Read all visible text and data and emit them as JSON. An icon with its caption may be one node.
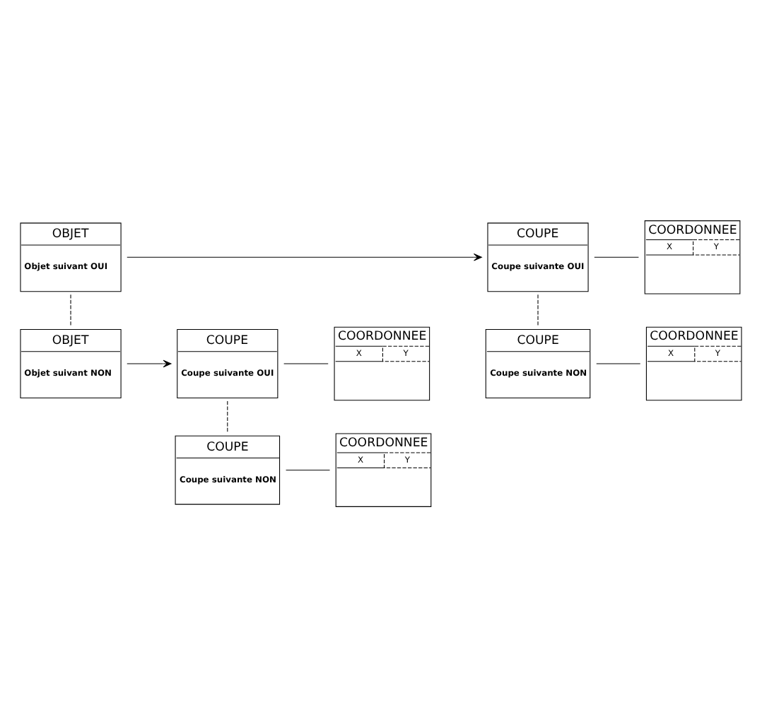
{
  "diagram": {
    "nodes": [
      {
        "text": [
          "OBJET",
          "Objet suivant OUI"
        ]
      },
      {
        "text": [
          "COUPE",
          "Coupe suivante OUI"
        ]
      },
      {
        "text": [
          "COORDONNEE",
          "X",
          "Y"
        ]
      },
      {
        "text": [
          "COUPE",
          "Coupe suivante NON"
        ]
      },
      {
        "text": [
          "COORDONNEE",
          "X",
          "Y"
        ]
      },
      {
        "text": [
          "OBJET",
          "Objet suivant NON"
        ]
      },
      {
        "text": [
          "COUPE",
          "Coupe suivante OUI"
        ]
      },
      {
        "text": [
          "COORDONNEE",
          "X",
          "Y"
        ]
      },
      {
        "text": [
          "COUPE",
          "Coupe suivante NON"
        ]
      },
      {
        "text": [
          "COORDONNEE",
          "X",
          "Y"
        ]
      }
    ],
    "edges": [
      {
        "from": 0,
        "to": 1,
        "arrow": "to"
      },
      {
        "from": 1,
        "to": 2,
        "arrow": "none"
      },
      {
        "from": 1,
        "to": 3,
        "arrow": "none",
        "style": "dashed"
      },
      {
        "from": 3,
        "to": 4,
        "arrow": "none"
      },
      {
        "from": 0,
        "to": 5,
        "arrow": "none",
        "style": "dashed"
      },
      {
        "from": 5,
        "to": 6,
        "arrow": "to"
      },
      {
        "from": 6,
        "to": 7,
        "arrow": "none"
      },
      {
        "from": 6,
        "to": 8,
        "arrow": "none",
        "style": "dashed"
      },
      {
        "from": 8,
        "to": 9,
        "arrow": "none"
      }
    ]
  }
}
